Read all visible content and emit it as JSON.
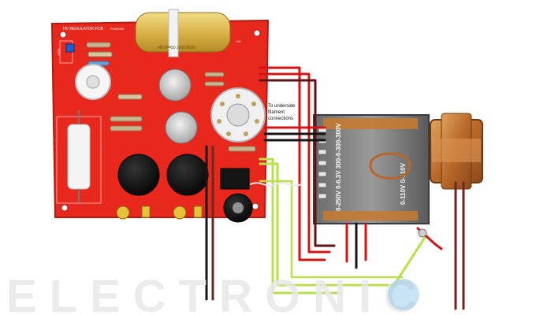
{
  "pcb": {
    "title": "HV REGULATOR PCB",
    "code": "PCB4000",
    "label_hv": "HV",
    "label_aux": "HTR"
  },
  "capacitor": {
    "text": "MKVP450 1000 850V"
  },
  "annotation": {
    "lines": [
      "To underside",
      "filament",
      "connections"
    ]
  },
  "transformer": {
    "label_left": "0-250V 0-6.3V 300-0-300-300V",
    "label_right": "0-110V 0-110V"
  },
  "watermark": {
    "text": "ELECTRONIC"
  },
  "colors": {
    "board": "#e8281c",
    "board_dark": "#b51a12",
    "wire_red": "#d41414",
    "wire_black": "#151515",
    "wire_green": "#b7e04a",
    "wire_brown": "#6b2a1f",
    "copper": "#c77a2f"
  }
}
